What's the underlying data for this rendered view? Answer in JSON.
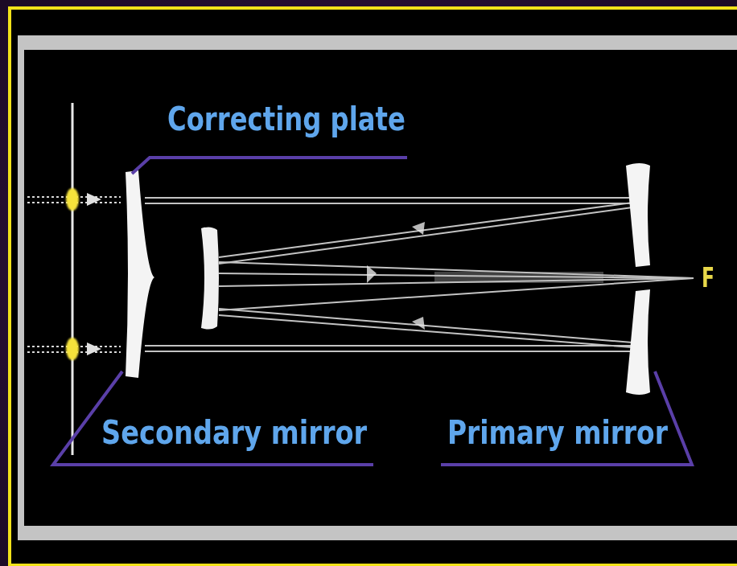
{
  "diagram": {
    "labels": [
      "Correcting plate",
      "Secondary mirror",
      "Primary mirror",
      "F"
    ]
  }
}
